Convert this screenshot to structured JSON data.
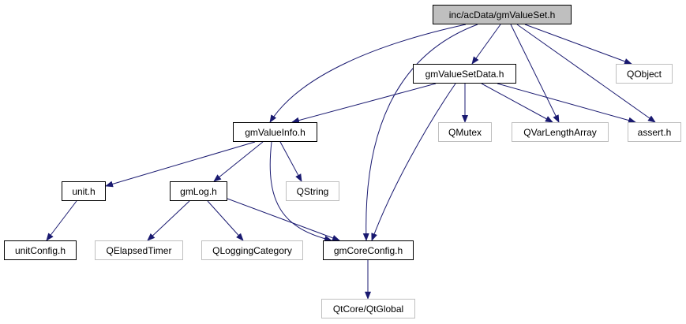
{
  "diagram": {
    "type": "include-dependency-graph",
    "edge_color": "#191970",
    "colors": {
      "root_fill": "#bfbfbf",
      "local_border": "#000000",
      "external_border": "#bfbfbf"
    },
    "nodes": [
      {
        "id": "gmValueSet",
        "label": "inc/acData/gmValueSet.h",
        "kind": "root"
      },
      {
        "id": "gmValueSetData",
        "label": "gmValueSetData.h",
        "kind": "local"
      },
      {
        "id": "QObject",
        "label": "QObject",
        "kind": "external"
      },
      {
        "id": "gmValueInfo",
        "label": "gmValueInfo.h",
        "kind": "local"
      },
      {
        "id": "QMutex",
        "label": "QMutex",
        "kind": "external"
      },
      {
        "id": "QVarLengthArray",
        "label": "QVarLengthArray",
        "kind": "external"
      },
      {
        "id": "assert",
        "label": "assert.h",
        "kind": "external"
      },
      {
        "id": "unit",
        "label": "unit.h",
        "kind": "local"
      },
      {
        "id": "gmLog",
        "label": "gmLog.h",
        "kind": "local"
      },
      {
        "id": "QString",
        "label": "QString",
        "kind": "external"
      },
      {
        "id": "unitConfig",
        "label": "unitConfig.h",
        "kind": "local"
      },
      {
        "id": "QElapsedTimer",
        "label": "QElapsedTimer",
        "kind": "external"
      },
      {
        "id": "QLoggingCategory",
        "label": "QLoggingCategory",
        "kind": "external"
      },
      {
        "id": "gmCoreConfig",
        "label": "gmCoreConfig.h",
        "kind": "local"
      },
      {
        "id": "QtGlobal",
        "label": "QtCore/QtGlobal",
        "kind": "external"
      }
    ],
    "edges": [
      {
        "from": "gmValueSet",
        "to": "gmValueSetData"
      },
      {
        "from": "gmValueSet",
        "to": "gmValueInfo"
      },
      {
        "from": "gmValueSet",
        "to": "gmCoreConfig"
      },
      {
        "from": "gmValueSet",
        "to": "QVarLengthArray"
      },
      {
        "from": "gmValueSet",
        "to": "assert"
      },
      {
        "from": "gmValueSet",
        "to": "QObject"
      },
      {
        "from": "gmValueSetData",
        "to": "gmValueInfo"
      },
      {
        "from": "gmValueSetData",
        "to": "QMutex"
      },
      {
        "from": "gmValueSetData",
        "to": "QVarLengthArray"
      },
      {
        "from": "gmValueSetData",
        "to": "assert"
      },
      {
        "from": "gmValueSetData",
        "to": "gmCoreConfig"
      },
      {
        "from": "gmValueInfo",
        "to": "unit"
      },
      {
        "from": "gmValueInfo",
        "to": "gmLog"
      },
      {
        "from": "gmValueInfo",
        "to": "QString"
      },
      {
        "from": "gmValueInfo",
        "to": "gmCoreConfig"
      },
      {
        "from": "unit",
        "to": "unitConfig"
      },
      {
        "from": "gmLog",
        "to": "QElapsedTimer"
      },
      {
        "from": "gmLog",
        "to": "QLoggingCategory"
      },
      {
        "from": "gmLog",
        "to": "gmCoreConfig"
      },
      {
        "from": "gmCoreConfig",
        "to": "QtGlobal"
      }
    ]
  }
}
